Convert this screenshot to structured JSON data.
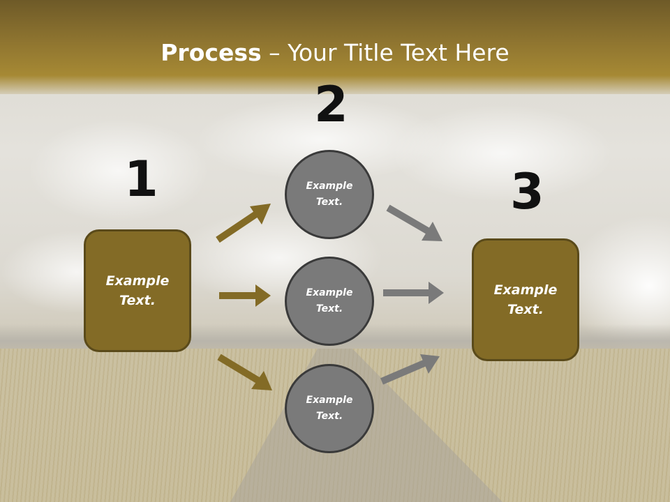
{
  "slide": {
    "title_bold": "Process",
    "title_rest": " – Your Title Text Here",
    "step_numbers": [
      "1",
      "2",
      "3"
    ],
    "left_box": {
      "line1": "Example",
      "line2": "Text."
    },
    "right_box": {
      "line1": "Example",
      "line2": "Text."
    },
    "circles": [
      {
        "line1": "Example",
        "line2": "Text."
      },
      {
        "line1": "Example",
        "line2": "Text."
      },
      {
        "line1": "Example",
        "line2": "Text."
      }
    ]
  },
  "colors": {
    "header": "#8f7530",
    "box_fill": "#836b26",
    "circle_fill": "#7a7a7a",
    "arrow_gold": "#836b26",
    "arrow_gray": "#7a7a7a"
  }
}
